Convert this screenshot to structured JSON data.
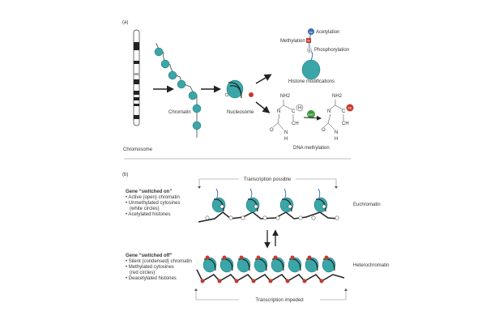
{
  "panel_a": {
    "label": "(a)",
    "chromosome": "Chromosome",
    "chromatin": "Chromatin",
    "nucleosome": "Nucleosome",
    "acetylation": "Acetylation",
    "methylation": "Methylation",
    "phosphorylation": "Phosphorylation",
    "histone_modifications": "Histone modifications",
    "dna_methylation": "DNA methylation",
    "ac_tag": "Ac",
    "m_tag": "M",
    "p_tag": "P",
    "me_tag": "Me",
    "h_tag": "H",
    "enzyme": "DNMT",
    "nh2": "NH2",
    "n": "N",
    "c": "C",
    "ch": "CH",
    "o": "O",
    "h": "H"
  },
  "panel_b": {
    "label": "(b)",
    "transcription_possible": "Transcription possible",
    "transcription_impeded": "Transcription impeded",
    "euchromatin": "Euchromatin",
    "heterochromatin": "Heterochromatin",
    "on_title": "Gene “switched on”",
    "on_items": [
      "• Active (open) chromatin",
      "• Unmethylated cytosines",
      "  (white circles)",
      "• Acetylated histones"
    ],
    "off_title": "Gene “switched off”",
    "off_items": [
      "• Silent (condensed) chromatin",
      "• Methylated cytosines",
      "  (red circles)",
      "• Deacetylated histones"
    ]
  },
  "colors": {
    "histone": "#3aa6a8",
    "methyl": "#c8382d",
    "acetyl": "#3c6fb5",
    "enzyme": "#3a9a3a"
  }
}
